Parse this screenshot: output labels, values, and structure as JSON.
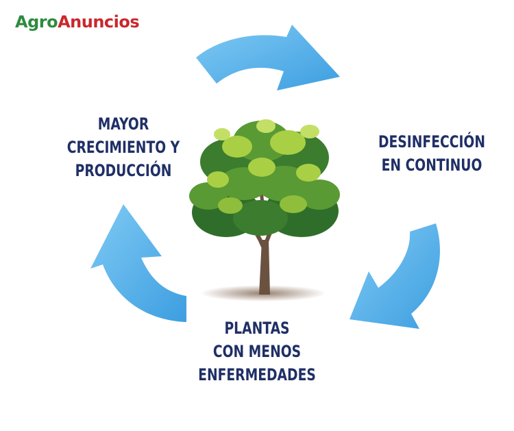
{
  "logo": {
    "part1": "Agro",
    "part2": "Anuncios",
    "part1_color": "#2e8b3e",
    "part2_color": "#c9282d"
  },
  "cycle": {
    "label_top_left": [
      "Mayor",
      "crecimiento y",
      "producción"
    ],
    "label_right": [
      "Desinfección",
      "en continuo"
    ],
    "label_bottom": [
      "Plantas",
      "con menos",
      "enfermedades"
    ]
  },
  "colors": {
    "arrow_blue": "#5bb6ee",
    "arrow_blue_dark": "#3d9ee0",
    "text_navy": "#1f2f66",
    "leaf_dark": "#2f6e2a",
    "leaf_mid": "#5a9a34",
    "leaf_light": "#a9cf45",
    "trunk": "#6b5240"
  },
  "icons": {
    "center": "tree-icon",
    "arrows": [
      "curved-arrow-top-icon",
      "curved-arrow-right-icon",
      "curved-arrow-left-icon"
    ]
  }
}
